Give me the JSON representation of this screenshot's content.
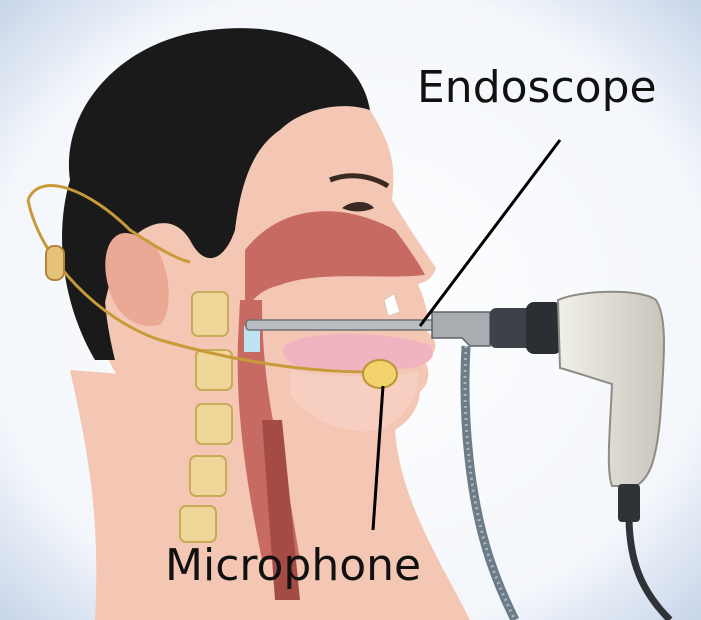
{
  "labels": {
    "endoscope": "Endoscope",
    "microphone": "Microphone"
  },
  "colors": {
    "background_edge": "#c9d6ea",
    "hair": "#1a1a1a",
    "skin": "#f4c7b4",
    "skin_shadow": "#e9ad98",
    "airway": "#c76b62",
    "tongue": "#f1b3c0",
    "vertebra": "#efd79a",
    "scope_metal": "#b9bcc0",
    "handle": "#dedcd3",
    "cable": "#6d7d87",
    "microphone": "#f2d36b",
    "headset_wire": "#c89a3a",
    "leader_line": "#000000"
  },
  "icons": {
    "head": "human-head-sagittal-section",
    "endoscope": "rigid-endoscope-with-handle",
    "microphone": "microphone-capsule"
  }
}
